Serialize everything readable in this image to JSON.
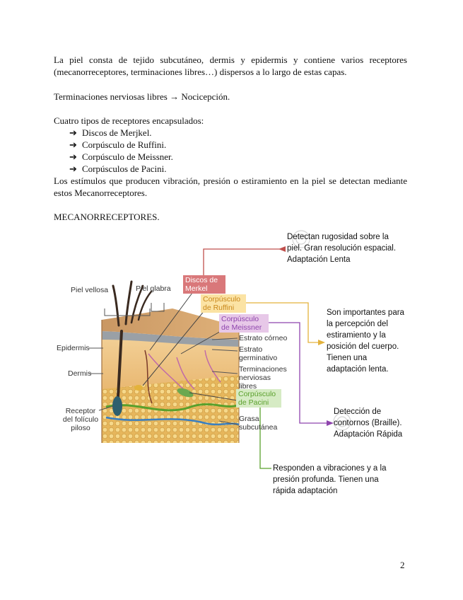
{
  "paragraphs": {
    "intro_line1": "La piel consta de tejido subcutáneo, dermis y epidermis y contiene varios receptores",
    "intro_line2": "(mecanorreceptores, terminaciones libres…) dispersos a lo largo de estas capas.",
    "free_endings": "Terminaciones nerviosas libres → Nocicepción.",
    "encapsulated_intro": "Cuatro tipos de receptores encapsulados:",
    "bullets": [
      "Discos de Merjkel.",
      "Corpúsculo de Ruffini.",
      "Corpúsculo de Meissner.",
      "Corpúsculos de Pacini."
    ],
    "bullet_glyph": "➔",
    "stimuli_line1": "Los estímulos que producen vibración, presión o estiramiento en la piel se detectan mediante",
    "stimuli_line2": "estos Mecanorreceptores.",
    "section_heading": "MECANORRECEPTORES."
  },
  "diagram": {
    "labels": {
      "piel_vellosa": "Piel vellosa",
      "piel_glabra": "Piel glabra",
      "epidermis": "Epidermis",
      "dermis": "Dermis",
      "receptor_1": "Receptor",
      "receptor_2": "del folículo",
      "receptor_3": "piloso",
      "estrato_corneo": "Estrato córneo",
      "estrato_germ_1": "Estrato",
      "estrato_germ_2": "germinativo",
      "term_1": "Terminaciones",
      "term_2": "nerviosas",
      "term_3": "libres",
      "grasa_1": "Grasa",
      "grasa_2": "subcutánea"
    },
    "boxes": {
      "merkel_1": "Discos de",
      "merkel_2": "Merkel",
      "ruffini_1": "Corpúsculo",
      "ruffini_2": "de Ruffini",
      "meissner_1": "Corpúsculo",
      "meissner_2": "de Meissner",
      "pacini_1": "Corpúsculo",
      "pacini_2": "de Pacini"
    },
    "notes": {
      "merkel": [
        "Detectan rugosidad sobre la",
        "piel. Gran resolución espacial.",
        "Adaptación Lenta"
      ],
      "ruffini": [
        "Son importantes para",
        "la percepción del",
        "estiramiento y la",
        "posición del cuerpo.",
        "Tienen una",
        "adaptación lenta."
      ],
      "meissner": [
        "Detección de",
        "contornos (Braille).",
        "Adaptación Rápida"
      ],
      "pacini": [
        "Responden a vibraciones y a la",
        "presión profunda. Tienen una",
        "rápida adaptación"
      ]
    },
    "colors": {
      "merkel": "#c0504d",
      "ruffini": "#e3b23c",
      "meissner": "#8e44ad",
      "pacini": "#5aa02c"
    }
  },
  "page_number": "2"
}
